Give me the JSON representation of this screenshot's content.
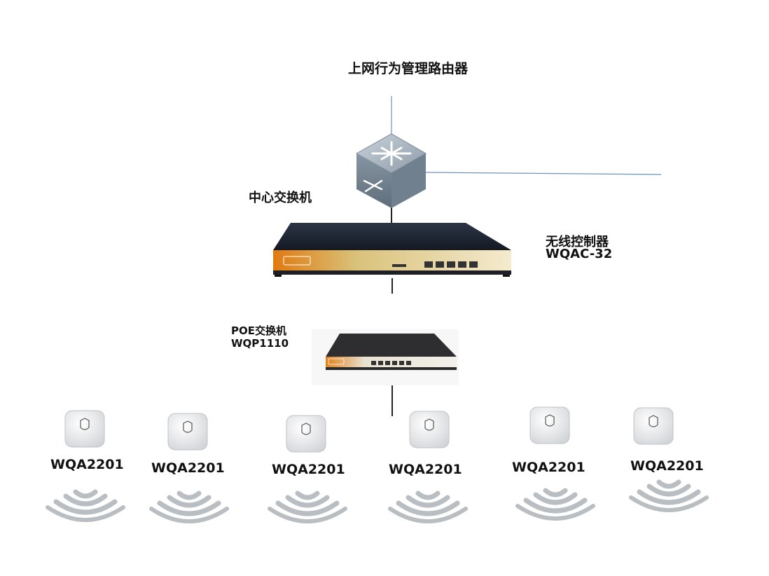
{
  "router": {
    "label": "上网行为管理路由器"
  },
  "core_switch": {
    "label": "中心交换机"
  },
  "controller": {
    "label_cn": "无线控制器",
    "model": "WQAC-32"
  },
  "poe_switch": {
    "label_cn": "POE交换机",
    "model": "WQP1110"
  },
  "access_points": [
    {
      "model": "WQA2201"
    },
    {
      "model": "WQA2201"
    },
    {
      "model": "WQA2201"
    },
    {
      "model": "WQA2201"
    },
    {
      "model": "WQA2201"
    },
    {
      "model": "WQA2201"
    }
  ],
  "colors": {
    "link_line": "#6f93b8",
    "device_orange": "#e8891d",
    "device_dark": "#2b2b2b",
    "wifi_wave": "#b9bec3"
  }
}
